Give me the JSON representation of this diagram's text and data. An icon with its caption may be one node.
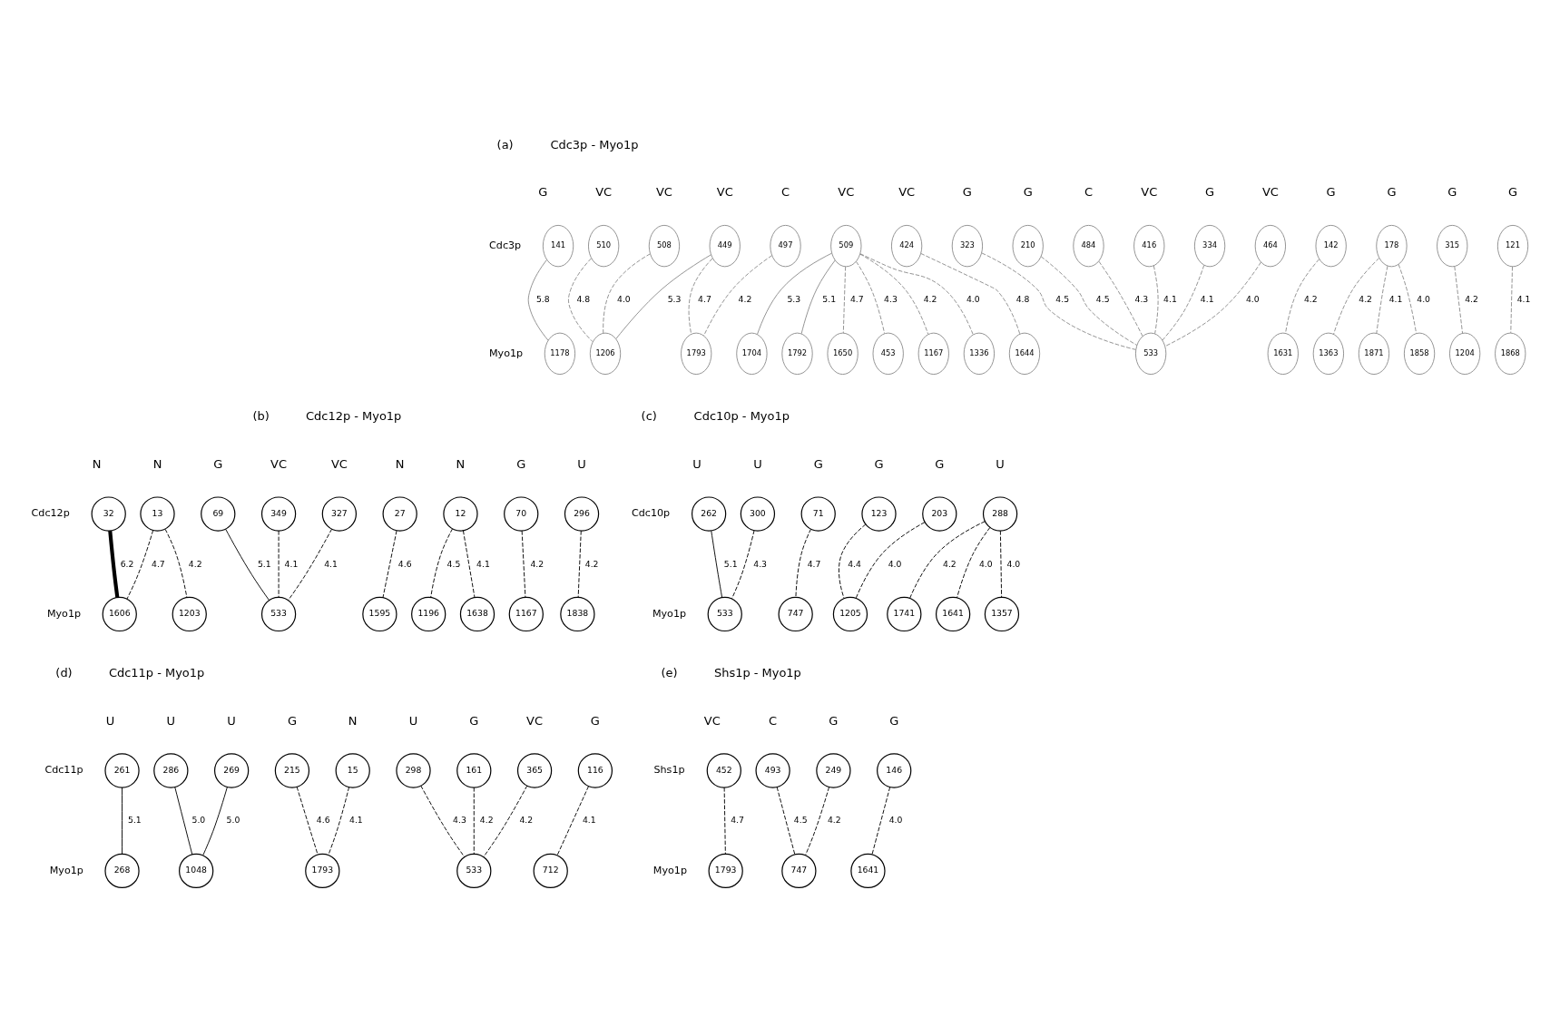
{
  "diagram": {
    "nodes": [
      {
        "text": [
          "141"
        ],
        "beside": [
          "G"
        ]
      },
      {
        "text": [
          "510"
        ],
        "beside": [
          "VC"
        ]
      },
      {
        "text": [
          "508"
        ],
        "beside": [
          "VC"
        ]
      },
      {
        "text": [
          "449"
        ],
        "beside": [
          "VC"
        ]
      },
      {
        "text": [
          "497"
        ],
        "beside": [
          "C"
        ]
      },
      {
        "text": [
          "509"
        ],
        "beside": [
          "VC"
        ]
      },
      {
        "text": [
          "424"
        ],
        "beside": [
          "VC"
        ]
      },
      {
        "text": [
          "323"
        ],
        "beside": [
          "G"
        ]
      },
      {
        "text": [
          "210"
        ],
        "beside": [
          "G"
        ]
      },
      {
        "text": [
          "484"
        ],
        "beside": [
          "C"
        ]
      },
      {
        "text": [
          "416"
        ],
        "beside": [
          "VC"
        ]
      },
      {
        "text": [
          "334"
        ],
        "beside": [
          "G"
        ]
      },
      {
        "text": [
          "464"
        ],
        "beside": [
          "VC"
        ]
      },
      {
        "text": [
          "142"
        ],
        "beside": [
          "G"
        ]
      },
      {
        "text": [
          "178"
        ],
        "beside": [
          "G"
        ]
      },
      {
        "text": [
          "315"
        ],
        "beside": [
          "G"
        ]
      },
      {
        "text": [
          "121"
        ],
        "beside": [
          "G"
        ]
      },
      {
        "text": [
          "1178"
        ]
      },
      {
        "text": [
          "1206"
        ]
      },
      {
        "text": [
          "1793"
        ]
      },
      {
        "text": [
          "1704"
        ]
      },
      {
        "text": [
          "1792"
        ]
      },
      {
        "text": [
          "1650"
        ]
      },
      {
        "text": [
          "453"
        ]
      },
      {
        "text": [
          "1167"
        ]
      },
      {
        "text": [
          "1336"
        ]
      },
      {
        "text": [
          "1644"
        ]
      },
      {
        "text": [
          "533"
        ]
      },
      {
        "text": [
          "1631"
        ]
      },
      {
        "text": [
          "1363"
        ]
      },
      {
        "text": [
          "1871"
        ]
      },
      {
        "text": [
          "1858"
        ]
      },
      {
        "text": [
          "1204"
        ]
      },
      {
        "text": [
          "1868"
        ]
      },
      {
        "text": [
          "32"
        ],
        "beside": [
          "N"
        ]
      },
      {
        "text": [
          "13"
        ],
        "beside": [
          "N"
        ]
      },
      {
        "text": [
          "69"
        ],
        "beside": [
          "G"
        ]
      },
      {
        "text": [
          "349"
        ],
        "beside": [
          "VC"
        ]
      },
      {
        "text": [
          "327"
        ],
        "beside": [
          "VC"
        ]
      },
      {
        "text": [
          "27"
        ],
        "beside": [
          "N"
        ]
      },
      {
        "text": [
          "12"
        ],
        "beside": [
          "N"
        ]
      },
      {
        "text": [
          "70"
        ],
        "beside": [
          "G"
        ]
      },
      {
        "text": [
          "296"
        ],
        "beside": [
          "U"
        ]
      },
      {
        "text": [
          "1606"
        ]
      },
      {
        "text": [
          "1203"
        ]
      },
      {
        "text": [
          "533"
        ]
      },
      {
        "text": [
          "1595"
        ]
      },
      {
        "text": [
          "1196"
        ]
      },
      {
        "text": [
          "1638"
        ]
      },
      {
        "text": [
          "1167"
        ]
      },
      {
        "text": [
          "1838"
        ]
      },
      {
        "text": [
          "262"
        ],
        "beside": [
          "U"
        ]
      },
      {
        "text": [
          "300"
        ],
        "beside": [
          "U"
        ]
      },
      {
        "text": [
          "71"
        ],
        "beside": [
          "G"
        ]
      },
      {
        "text": [
          "123"
        ],
        "beside": [
          "G"
        ]
      },
      {
        "text": [
          "203"
        ],
        "beside": [
          "G"
        ]
      },
      {
        "text": [
          "288"
        ],
        "beside": [
          "U"
        ]
      },
      {
        "text": [
          "533"
        ]
      },
      {
        "text": [
          "747"
        ]
      },
      {
        "text": [
          "1205"
        ]
      },
      {
        "text": [
          "1741"
        ]
      },
      {
        "text": [
          "1641"
        ]
      },
      {
        "text": [
          "1357"
        ]
      },
      {
        "text": [
          "261"
        ],
        "beside": [
          "U"
        ]
      },
      {
        "text": [
          "286"
        ],
        "beside": [
          "U"
        ]
      },
      {
        "text": [
          "269"
        ],
        "beside": [
          "U"
        ]
      },
      {
        "text": [
          "215"
        ],
        "beside": [
          "G"
        ]
      },
      {
        "text": [
          "15"
        ],
        "beside": [
          "N"
        ]
      },
      {
        "text": [
          "298"
        ],
        "beside": [
          "U"
        ]
      },
      {
        "text": [
          "161"
        ],
        "beside": [
          "G"
        ]
      },
      {
        "text": [
          "365"
        ],
        "beside": [
          "VC"
        ]
      },
      {
        "text": [
          "116"
        ],
        "beside": [
          "G"
        ]
      },
      {
        "text": [
          "268"
        ]
      },
      {
        "text": [
          "1048"
        ]
      },
      {
        "text": [
          "1793"
        ]
      },
      {
        "text": [
          "533"
        ]
      },
      {
        "text": [
          "712"
        ]
      },
      {
        "text": [
          "452"
        ],
        "beside": [
          "VC"
        ]
      },
      {
        "text": [
          "493"
        ],
        "beside": [
          "C"
        ]
      },
      {
        "text": [
          "249"
        ],
        "beside": [
          "G"
        ]
      },
      {
        "text": [
          "146"
        ],
        "beside": [
          "G"
        ]
      },
      {
        "text": [
          "1793"
        ]
      },
      {
        "text": [
          "747"
        ]
      },
      {
        "text": [
          "1641"
        ]
      }
    ],
    "edges": [
      {
        "from": 0,
        "to": 17,
        "arrow": "none",
        "label": "5.8",
        "color": "#8c8c8c"
      },
      {
        "from": 1,
        "to": 18,
        "arrow": "none",
        "label": "4.8",
        "style": "dashed",
        "color": "#8c8c8c"
      },
      {
        "from": 2,
        "to": 18,
        "arrow": "none",
        "label": "4.0",
        "style": "dashed",
        "color": "#8c8c8c"
      },
      {
        "from": 3,
        "to": 18,
        "arrow": "none",
        "label": "5.3",
        "color": "#8c8c8c"
      },
      {
        "from": 3,
        "to": 19,
        "arrow": "none",
        "label": "4.7",
        "style": "dashed",
        "color": "#8c8c8c"
      },
      {
        "from": 4,
        "to": 19,
        "arrow": "none",
        "label": "4.2",
        "style": "dashed",
        "color": "#8c8c8c"
      },
      {
        "from": 5,
        "to": 20,
        "arrow": "none",
        "label": "5.3",
        "color": "#8c8c8c"
      },
      {
        "from": 5,
        "to": 21,
        "arrow": "none",
        "label": "5.1",
        "color": "#8c8c8c"
      },
      {
        "from": 5,
        "to": 22,
        "arrow": "none",
        "label": "4.7",
        "style": "dashed",
        "color": "#8c8c8c"
      },
      {
        "from": 5,
        "to": 23,
        "arrow": "none",
        "label": "4.3",
        "style": "dashed",
        "color": "#8c8c8c"
      },
      {
        "from": 5,
        "to": 24,
        "arrow": "none",
        "label": "4.2",
        "style": "dashed",
        "color": "#8c8c8c"
      },
      {
        "from": 5,
        "to": 25,
        "arrow": "none",
        "label": "4.0",
        "style": "dashed",
        "color": "#8c8c8c"
      },
      {
        "from": 6,
        "to": 26,
        "arrow": "none",
        "label": "4.8",
        "style": "dashed",
        "color": "#8c8c8c"
      },
      {
        "from": 7,
        "to": 27,
        "arrow": "none",
        "label": "4.5",
        "style": "dashed",
        "color": "#8c8c8c"
      },
      {
        "from": 8,
        "to": 27,
        "arrow": "none",
        "label": "4.5",
        "style": "dashed",
        "color": "#8c8c8c"
      },
      {
        "from": 9,
        "to": 27,
        "arrow": "none",
        "label": "4.3",
        "style": "dashed",
        "color": "#8c8c8c"
      },
      {
        "from": 10,
        "to": 27,
        "arrow": "none",
        "label": "4.1",
        "style": "dashed",
        "color": "#8c8c8c"
      },
      {
        "from": 11,
        "to": 27,
        "arrow": "none",
        "label": "4.1",
        "style": "dashed",
        "color": "#8c8c8c"
      },
      {
        "from": 12,
        "to": 27,
        "arrow": "none",
        "label": "4.0",
        "style": "dashed",
        "color": "#8c8c8c"
      },
      {
        "from": 13,
        "to": 28,
        "arrow": "none",
        "label": "4.2",
        "style": "dashed",
        "color": "#8c8c8c"
      },
      {
        "from": 14,
        "to": 29,
        "arrow": "none",
        "label": "4.2",
        "style": "dashed",
        "color": "#8c8c8c"
      },
      {
        "from": 14,
        "to": 30,
        "arrow": "none",
        "label": "4.1",
        "style": "dashed",
        "color": "#8c8c8c"
      },
      {
        "from": 14,
        "to": 31,
        "arrow": "none",
        "label": "4.0",
        "style": "dashed",
        "color": "#8c8c8c"
      },
      {
        "from": 15,
        "to": 32,
        "arrow": "none",
        "label": "4.2",
        "style": "dashed",
        "color": "#8c8c8c"
      },
      {
        "from": 16,
        "to": 33,
        "arrow": "none",
        "label": "4.1",
        "style": "dashed",
        "color": "#8c8c8c"
      },
      {
        "from": 34,
        "to": 43,
        "arrow": "none",
        "label": "6.2",
        "style": "thick"
      },
      {
        "from": 35,
        "to": 43,
        "arrow": "none",
        "label": "4.7",
        "style": "dashed"
      },
      {
        "from": 35,
        "to": 44,
        "arrow": "none",
        "label": "4.2",
        "style": "dashed"
      },
      {
        "from": 36,
        "to": 45,
        "arrow": "none",
        "label": "5.1"
      },
      {
        "from": 37,
        "to": 45,
        "arrow": "none",
        "label": "4.1",
        "style": "dashed"
      },
      {
        "from": 38,
        "to": 45,
        "arrow": "none",
        "label": "4.1",
        "style": "dashed"
      },
      {
        "from": 39,
        "to": 46,
        "arrow": "none",
        "label": "4.6",
        "style": "dashed"
      },
      {
        "from": 40,
        "to": 47,
        "arrow": "none",
        "label": "4.5",
        "style": "dashed"
      },
      {
        "from": 40,
        "to": 48,
        "arrow": "none",
        "label": "4.1",
        "style": "dashed"
      },
      {
        "from": 41,
        "to": 49,
        "arrow": "none",
        "label": "4.2",
        "style": "dashed"
      },
      {
        "from": 42,
        "to": 50,
        "arrow": "none",
        "label": "4.2",
        "style": "dashed"
      },
      {
        "from": 51,
        "to": 57,
        "arrow": "none",
        "label": "5.1"
      },
      {
        "from": 52,
        "to": 57,
        "arrow": "none",
        "label": "4.3",
        "style": "dashed"
      },
      {
        "from": 53,
        "to": 58,
        "arrow": "none",
        "label": "4.7",
        "style": "dashed"
      },
      {
        "from": 54,
        "to": 59,
        "arrow": "none",
        "label": "4.4",
        "style": "dashed"
      },
      {
        "from": 55,
        "to": 59,
        "arrow": "none",
        "label": "4.0",
        "style": "dashed"
      },
      {
        "from": 56,
        "to": 60,
        "arrow": "none",
        "label": "4.2",
        "style": "dashed"
      },
      {
        "from": 56,
        "to": 61,
        "arrow": "none",
        "label": "4.0",
        "style": "dashed"
      },
      {
        "from": 56,
        "to": 62,
        "arrow": "none",
        "label": "4.0",
        "style": "dashed"
      },
      {
        "from": 63,
        "to": 72,
        "arrow": "none",
        "label": "5.1"
      },
      {
        "from": 64,
        "to": 73,
        "arrow": "none",
        "label": "5.0"
      },
      {
        "from": 65,
        "to": 73,
        "arrow": "none",
        "label": "5.0"
      },
      {
        "from": 66,
        "to": 74,
        "arrow": "none",
        "label": "4.6",
        "style": "dashed"
      },
      {
        "from": 67,
        "to": 74,
        "arrow": "none",
        "label": "4.1",
        "style": "dashed"
      },
      {
        "from": 68,
        "to": 75,
        "arrow": "none",
        "label": "4.3",
        "style": "dashed"
      },
      {
        "from": 69,
        "to": 75,
        "arrow": "none",
        "label": "4.2",
        "style": "dashed"
      },
      {
        "from": 70,
        "to": 75,
        "arrow": "none",
        "label": "4.2",
        "style": "dashed"
      },
      {
        "from": 71,
        "to": 76,
        "arrow": "none",
        "label": "4.1",
        "style": "dashed"
      },
      {
        "from": 77,
        "to": 81,
        "arrow": "none",
        "label": "4.7",
        "style": "dashed"
      },
      {
        "from": 78,
        "to": 82,
        "arrow": "none",
        "label": "4.5",
        "style": "dashed"
      },
      {
        "from": 79,
        "to": 82,
        "arrow": "none",
        "label": "4.2",
        "style": "dashed"
      },
      {
        "from": 80,
        "to": 83,
        "arrow": "none",
        "label": "4.0",
        "style": "dashed"
      }
    ],
    "labels": [
      "(a)",
      "Cdc3p - Myo1p",
      "Cdc3p",
      "Myo1p",
      "(b)",
      "Cdc12p - Myo1p",
      "Cdc12p",
      "Myo1p",
      "(c)",
      "Cdc10p - Myo1p",
      "Cdc10p",
      "Myo1p",
      "(d)",
      "Cdc11p - Myo1p",
      "Cdc11p",
      "Myo1p",
      "(e)",
      "Shs1p - Myo1p",
      "Shs1p",
      "Myo1p"
    ]
  }
}
